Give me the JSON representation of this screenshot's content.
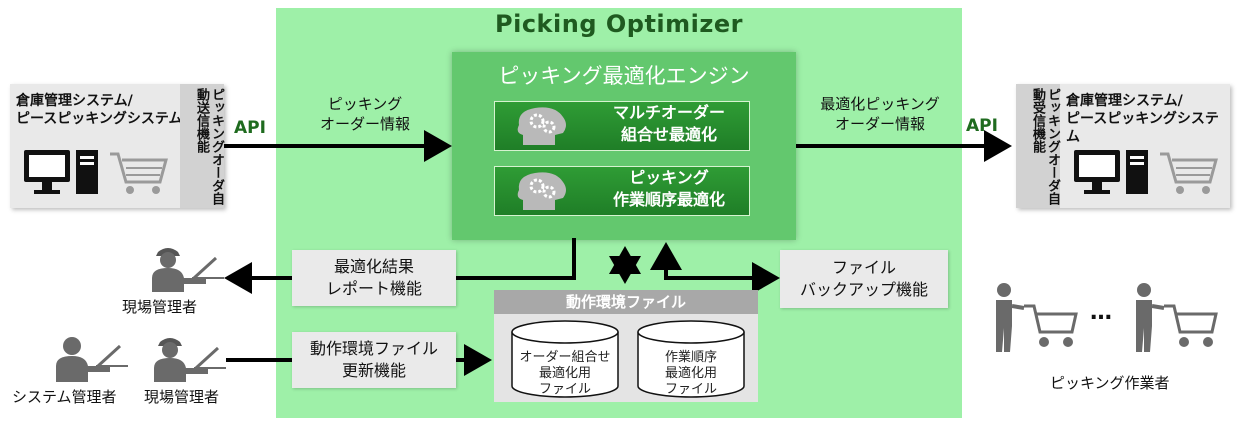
{
  "title": "Picking Optimizer",
  "engine": {
    "title": "ピッキング最適化エンジン",
    "box1_line1": "マルチオーダー",
    "box1_line2": "組合せ最適化",
    "box2_line1": "ピッキング",
    "box2_line2": "作業順序最適化"
  },
  "left_system": {
    "title_line1": "倉庫管理システム/",
    "title_line2": "ピースピッキングシステム",
    "side_label": "ピッキングオーダ自動送信機能"
  },
  "right_system": {
    "title_line1": "倉庫管理システム/",
    "title_line2": "ピースピッキングシステム",
    "side_label": "ピッキングオーダ自動受信機能"
  },
  "api_left": "API",
  "api_right": "API",
  "input_label_line1": "ピッキング",
  "input_label_line2": "オーダー情報",
  "output_label_line1": "最適化ピッキング",
  "output_label_line2": "オーダー情報",
  "report": {
    "line1": "最適化結果",
    "line2": "レポート機能"
  },
  "backup": {
    "line1": "ファイル",
    "line2": "バックアップ機能"
  },
  "update": {
    "line1": "動作環境ファイル",
    "line2": "更新機能"
  },
  "env_files": {
    "header": "動作環境ファイル",
    "file1_line1": "オーダー組合せ",
    "file1_line2": "最適化用",
    "file1_line3": "ファイル",
    "file2_line1": "作業順序",
    "file2_line2": "最適化用",
    "file2_line3": "ファイル"
  },
  "people": {
    "site_manager_top": "現場管理者",
    "system_manager": "システム管理者",
    "site_manager_bottom": "現場管理者",
    "workers": "ピッキング作業者",
    "ellipsis": "…"
  }
}
